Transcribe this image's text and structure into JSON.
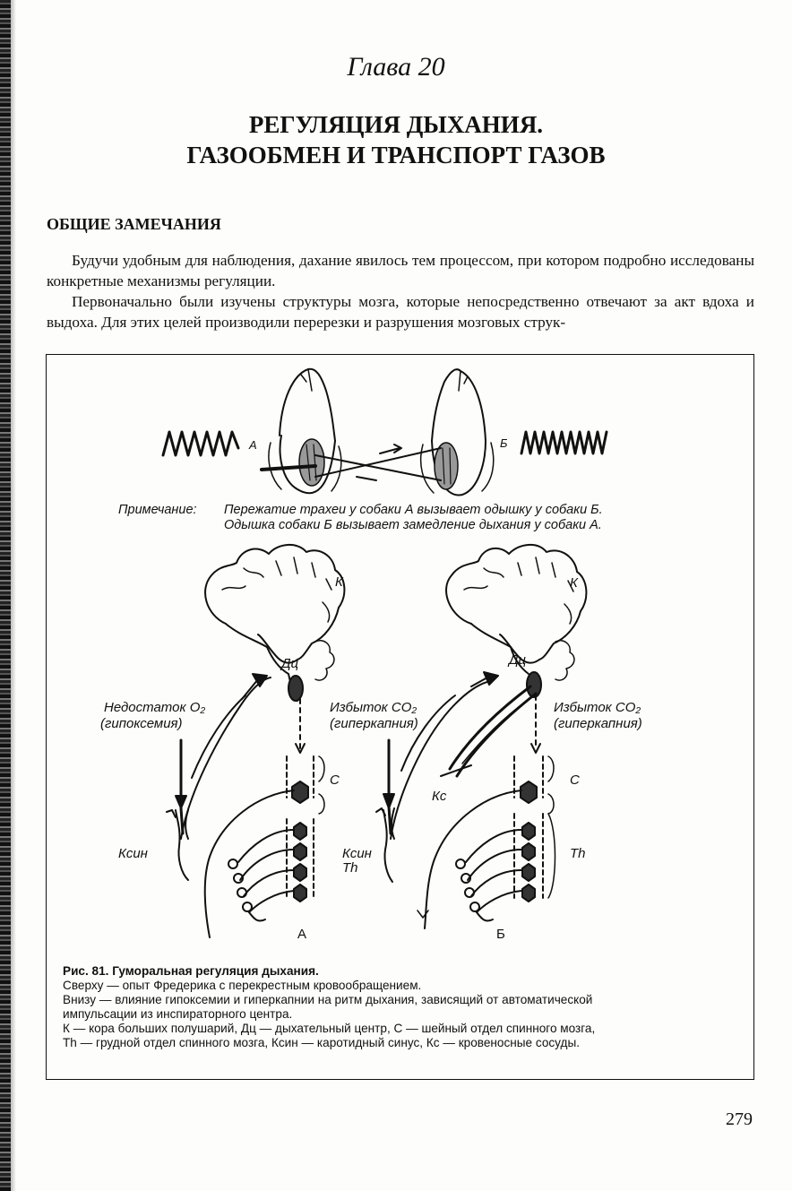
{
  "chapter": "Глава 20",
  "title": [
    "РЕГУЛЯЦИЯ ДЫХАНИЯ.",
    "ГАЗООБМЕН И ТРАНСПОРТ ГАЗОВ"
  ],
  "section": "ОБЩИЕ ЗАМЕЧАНИЯ",
  "paragraphs": [
    "Будучи удобным для наблюдения, дахание явилось тем процессом, при котором подробно исследованы конкретные механизмы регуляции.",
    "Первоначально были изучены структуры мозга, которые непосредственно отвечают за акт вдоха и выдоха. Для этих целей производили перерезки и разрушения мозговых струк-"
  ],
  "figure": {
    "top_labels": {
      "a": "А",
      "b": "Б"
    },
    "note": {
      "label": "Примечание:",
      "line1": "Пережатие трахеи у собаки А вызывает одышку у собаки Б.",
      "line2": "Одышка собаки Б вызывает замедление дыхания у собаки А."
    },
    "left": {
      "k": "К",
      "dc": "Дц",
      "stim1": "Недостаток O₂",
      "stim2": "(гипоксемия)",
      "c": "С",
      "ksin": "Ксин",
      "letter": "А"
    },
    "right": {
      "k": "К",
      "dc": "Дц",
      "stim_left1": "Избыток CO₂",
      "stim_left2": "(гиперкапния)",
      "stim_right1": "Избыток CO₂",
      "stim_right2": "(гиперкапния)",
      "kc": "Кс",
      "c": "С",
      "ksin": "Ксин",
      "th_mid": "Th",
      "th": "Th",
      "letter": "Б"
    },
    "caption": {
      "title": "Рис. 81. Гуморальная регуляция дыхания.",
      "lines": [
        "Сверху — опыт Фредерика с перекрестным кровообращением.",
        "Внизу — влияние гипоксемии и гиперкапнии на ритм дыхания, зависящий от автоматической",
        "импульсации из инспираторного центра.",
        "К — кора больших полушарий, Дц — дыхательный центр, С — шейный отдел спинного мозга,",
        "Th — грудной отдел спинного мозга, Ксин — каротидный синус, Кс — кровеносные сосуды."
      ]
    }
  },
  "page_number": "279"
}
